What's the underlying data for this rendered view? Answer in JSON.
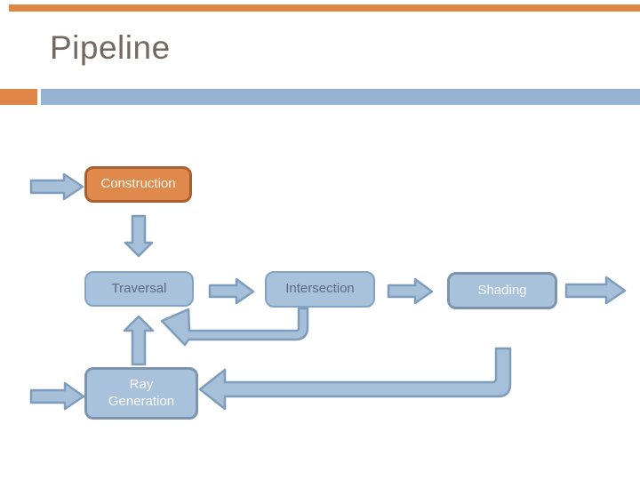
{
  "title": "Pipeline",
  "colors": {
    "accent_orange": "#DF8747",
    "accent_blue": "#96B3D2",
    "title_text": "#75695F",
    "orange_box_fill": "#DF8A4C",
    "orange_box_border": "#AC5F2E",
    "blue_box_fill": "#A9C2DB",
    "blue_box_border": "#84A3C2",
    "shading_box_border": "#7C94AD",
    "arrow_fill": "#A6C0D9",
    "arrow_outline": "#7E9CBB",
    "box_text_dark": "#5A6C80",
    "box_text_light": "#FAF7F0"
  },
  "diagram": {
    "nodes": [
      {
        "id": "construction",
        "label": "Construction"
      },
      {
        "id": "traversal",
        "label": "Traversal"
      },
      {
        "id": "intersection",
        "label": "Intersection"
      },
      {
        "id": "shading",
        "label": "Shading"
      },
      {
        "id": "ray-generation",
        "label": "Ray Generation"
      }
    ],
    "edges": [
      {
        "from": "input",
        "to": "construction"
      },
      {
        "from": "construction",
        "to": "traversal"
      },
      {
        "from": "traversal",
        "to": "intersection"
      },
      {
        "from": "intersection",
        "to": "shading"
      },
      {
        "from": "shading",
        "to": "output"
      },
      {
        "from": "intersection",
        "to": "traversal",
        "type": "feedback"
      },
      {
        "from": "shading",
        "to": "ray-generation",
        "type": "feedback"
      },
      {
        "from": "ray-generation",
        "to": "traversal"
      },
      {
        "from": "input",
        "to": "ray-generation"
      }
    ]
  }
}
